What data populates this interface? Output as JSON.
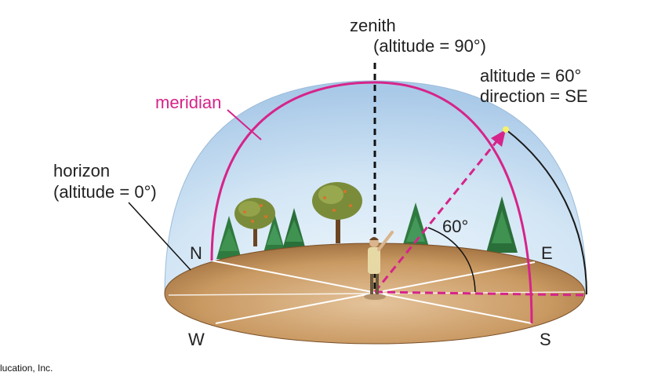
{
  "labels": {
    "zenith": "zenith",
    "zenith_altitude": "(altitude  =  90°)",
    "star_altitude": "altitude  =  60°",
    "star_direction": "direction  =  SE",
    "meridian": "meridian",
    "horizon": "horizon",
    "horizon_altitude": "(altitude  =  0°)",
    "angle": "60°",
    "north": "N",
    "east": "E",
    "west": "W",
    "south": "S",
    "credit": "lucation, Inc."
  },
  "colors": {
    "dome": "#c6def2",
    "ground": "#c4955f",
    "meridian": "#d6248a",
    "dashed": "#d6248a",
    "star": "#f6f26a"
  }
}
